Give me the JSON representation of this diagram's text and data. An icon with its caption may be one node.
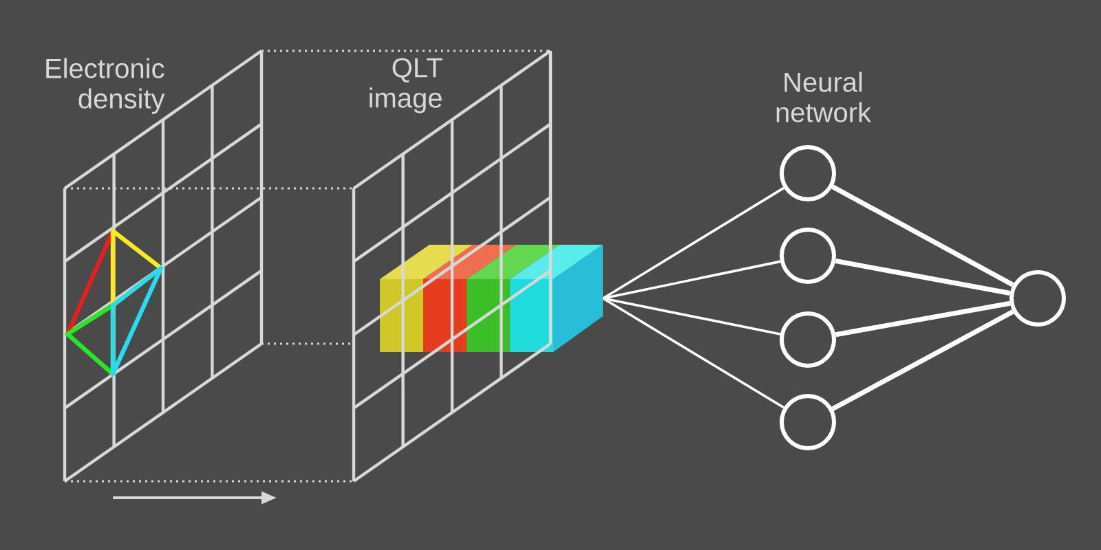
{
  "diagram": {
    "nodes": [
      {
        "text": [
          "Electronic density"
        ]
      },
      {
        "text": [
          "QLT image"
        ]
      },
      {
        "text": [],
        "shape": "picture"
      },
      {
        "text": [],
        "shape": "circle"
      },
      {
        "text": [],
        "shape": "circle"
      },
      {
        "text": [],
        "shape": "circle"
      },
      {
        "text": [],
        "shape": "circle"
      },
      {
        "text": [],
        "shape": "circle"
      }
    ],
    "edges": [
      {
        "from": 2,
        "to": 3,
        "arrow": "none"
      },
      {
        "from": 2,
        "to": 4,
        "arrow": "none"
      },
      {
        "from": 2,
        "to": 5,
        "arrow": "none"
      },
      {
        "from": 2,
        "to": 6,
        "arrow": "none"
      },
      {
        "from": 3,
        "to": 7,
        "arrow": "none",
        "style": "thick"
      },
      {
        "from": 4,
        "to": 7,
        "arrow": "none",
        "style": "thick"
      },
      {
        "from": 5,
        "to": 7,
        "arrow": "none",
        "style": "thick"
      },
      {
        "from": 6,
        "to": 7,
        "arrow": "none",
        "style": "thick"
      }
    ],
    "labels": [
      "Neural network"
    ]
  }
}
